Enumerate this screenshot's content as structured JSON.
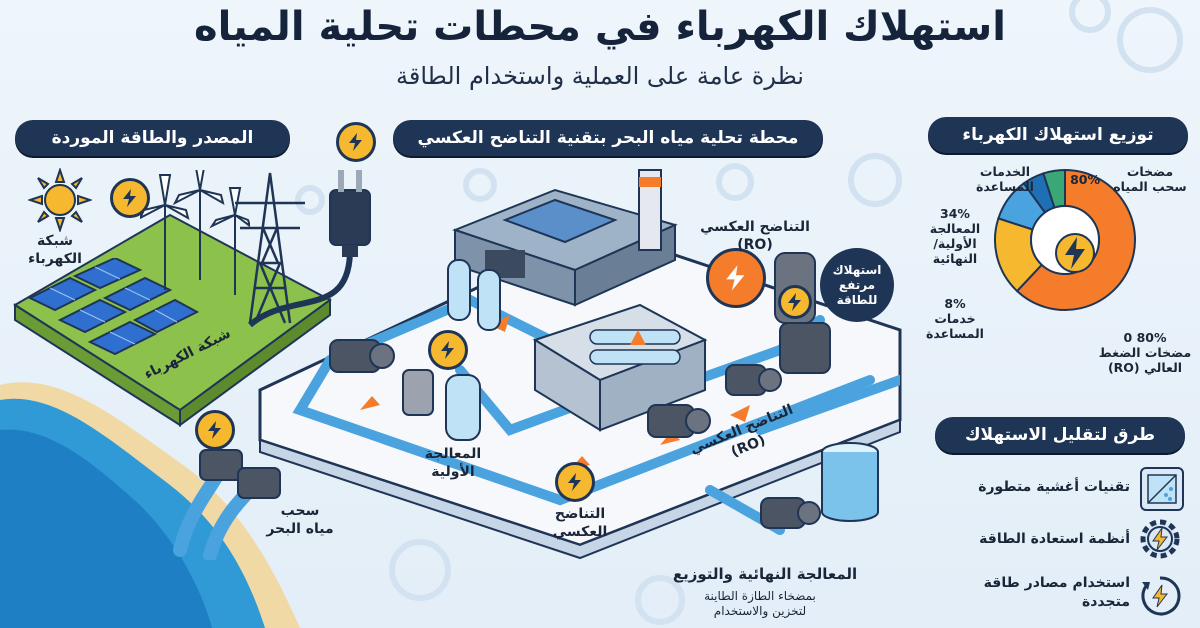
{
  "header": {
    "title": "استهلاك الكهرباء في محطات تحلية المياه",
    "subtitle": "نظرة عامة على العملية واستخدام الطاقة"
  },
  "left_section": {
    "pill": "المصدر والطاقة الموردة",
    "sun_label": "شبكة\nالكهرباء",
    "field_label": "شبكة الكهرباء",
    "intake_label": "سحب\nمياه البحر"
  },
  "center_section": {
    "pill": "محطة تحلية مياه البحر بتقنية التناضح العكسي",
    "ro_top_label": "التناضح العكسي (RO)",
    "bubble_label": "استهلاك\nمرتفع\nللطاقة",
    "pretreat_label": "المعالجة\nالأولية",
    "ro_mid_label": "التناضح\nالعكسي",
    "ro_platform_label": "التناضح العكسي\n(RO)",
    "final_label": "المعالجة النهائية والتوزيع",
    "final_sub": "بمضخاء الطازة الطاينة\nلتخزين والاستخدام"
  },
  "right_section": {
    "pill": "توزيع استهلاك الكهرباء",
    "legend": {
      "intake_pct": "80%",
      "intake_label": "مضخات\nسحب المياه",
      "services_top": "الخدمات\nالمساعدة",
      "pre_label": "34%\nالمعالجة\nالأولية/\nالنهائية",
      "aux_label": "8%\nخدمات\nالمساعدة",
      "hp_label": "80% 0\nمضخات الضغط\nالعالي (RO)"
    },
    "methods_pill": "طرق لتقليل الاستهلاك",
    "methods": [
      {
        "label": "تقنيات أغشية متطورة",
        "icon": "membrane-icon"
      },
      {
        "label": "أنظمة استعادة الطاقة",
        "icon": "gear-bolt-icon"
      },
      {
        "label": "استخدام مصادر طاقة\nمتجددة",
        "icon": "renewable-bolt-icon"
      }
    ]
  },
  "chart_data": {
    "type": "pie",
    "values": [
      62,
      18,
      10,
      5,
      5
    ],
    "colors": [
      "#f47c2a",
      "#f5b82e",
      "#4aa3df",
      "#1f6fb5",
      "#3aa876"
    ]
  },
  "colors": {
    "navy": "#1f3556",
    "accent": "#f47c2a",
    "yellow": "#f5b82e",
    "water": "#4aa3df"
  }
}
